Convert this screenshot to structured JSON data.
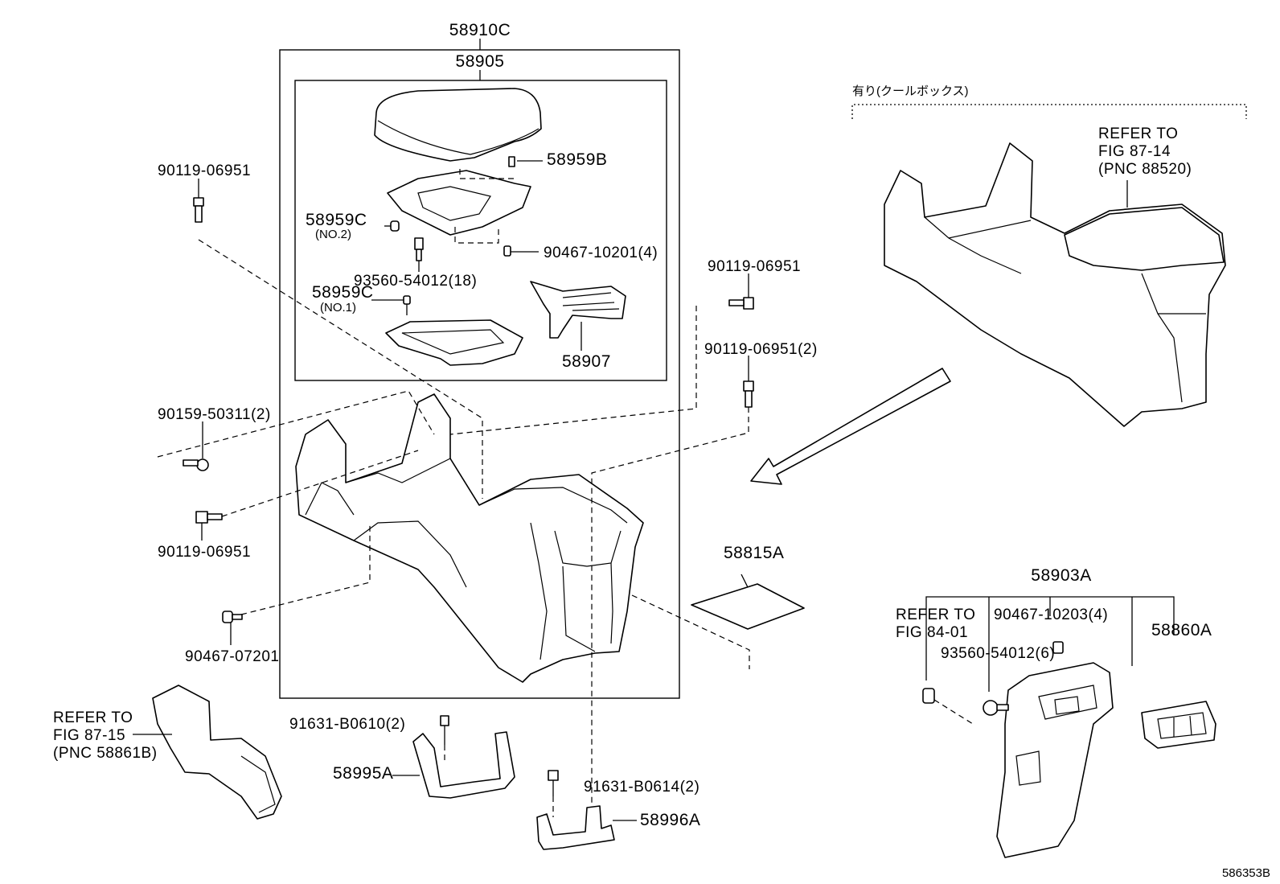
{
  "labels": {
    "p58910C": "58910C",
    "p58905": "58905",
    "p58959B": "58959B",
    "p58959C_no2": "58959C",
    "no2": "(NO.2)",
    "p90467_10201": "90467-10201(4)",
    "p93560_54012_18": "93560-54012(18)",
    "p58959C_no1": "58959C",
    "no1": "(NO.1)",
    "p58907": "58907",
    "p90119_06951_a": "90119-06951",
    "p90119_06951_b": "90119-06951",
    "p90119_06951_2": "90119-06951(2)",
    "p90159_50311": "90159-50311(2)",
    "p90119_06951_c": "90119-06951",
    "p90467_07201": "90467-07201",
    "p58815A": "58815A",
    "refer1_l1": "REFER TO",
    "refer1_l2": "FIG 87-15",
    "refer1_l3": "(PNC 58861B)",
    "p91631_B0610": "91631-B0610(2)",
    "p58995A": "58995A",
    "p91631_B0614": "91631-B0614(2)",
    "p58996A": "58996A",
    "variant": "有り(クールボックス)",
    "refer2_l1": "REFER TO",
    "refer2_l2": "FIG 87-14",
    "refer2_l3": "(PNC 88520)",
    "p58903A": "58903A",
    "refer3_l1": "REFER TO",
    "refer3_l2": "FIG 84-01",
    "p90467_10203": "90467-10203(4)",
    "p58860A": "58860A",
    "p93560_54012_6": "93560-54012(6)",
    "figure_id": "586353B"
  },
  "icons": {
    "arrow": "large-direction-arrow-icon"
  }
}
